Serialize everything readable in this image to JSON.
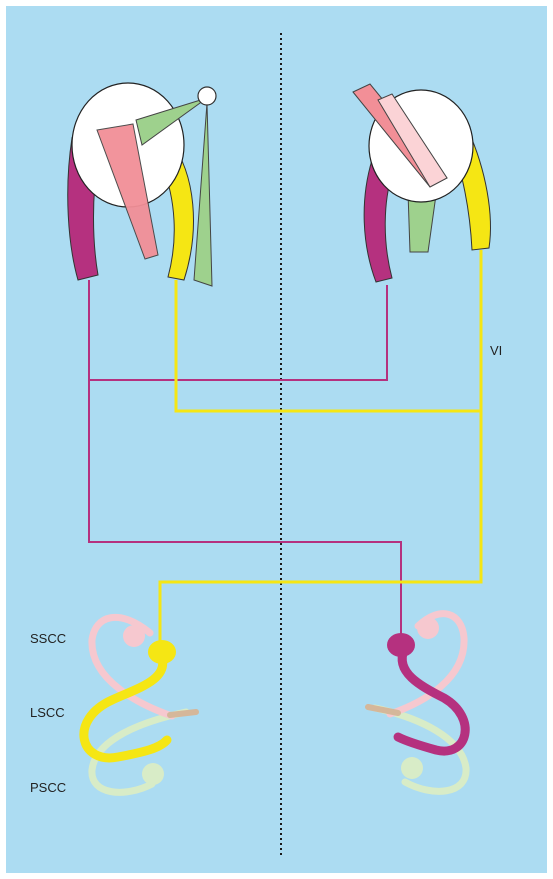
{
  "labels": {
    "nerve": "VI",
    "canal_superior": "SSCC",
    "canal_lateral": "LSCC",
    "canal_posterior": "PSCC"
  },
  "colors": {
    "background": "#acdcf2",
    "yellow": "#f5e614",
    "magenta": "#b5317f",
    "pink": "#f28f97",
    "green": "#9ed18d",
    "canal_pink": "#f6c8cf",
    "canal_green": "#d8ecc7",
    "tan": "#d5b79a"
  }
}
